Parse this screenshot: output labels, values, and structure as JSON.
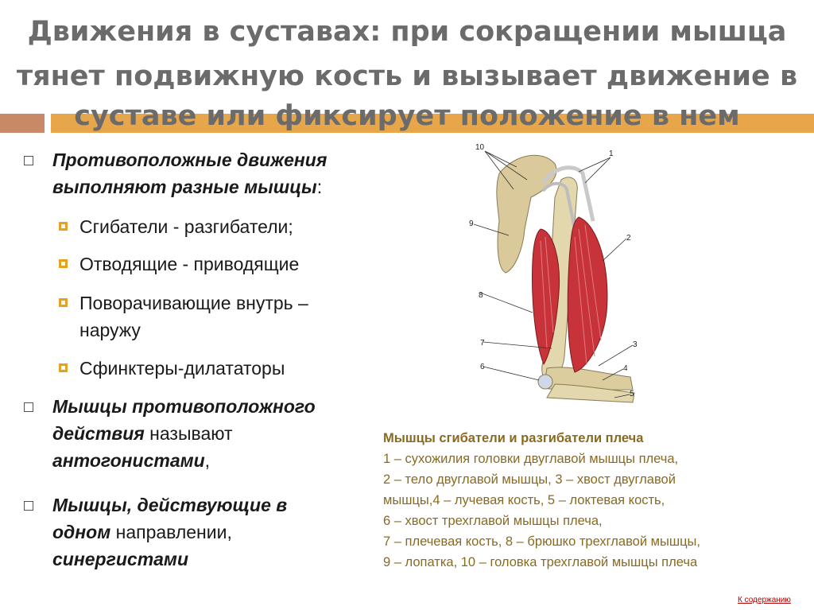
{
  "title": {
    "line1": "Движения в суставах: при сокращении мышца",
    "line2": "тянет подвижную кость и вызывает движение в",
    "line3": "суставе или фиксирует положение в нем"
  },
  "bullets": {
    "b1_bold": "Противоположные движения",
    "b1_bold2": "выполняют разные мышцы",
    "b1_tail": ":",
    "sub1": "Сгибатели - разгибатели;",
    "sub2": "Отводящие - приводящие",
    "sub3a": "Поворачивающие внутрь –",
    "sub3b": "наружу",
    "sub4": "Сфинктеры-дилататоры",
    "b2_bold": "Мышцы противоположного",
    "b2_bold2": "действия",
    "b2_plain": " называют",
    "b2_bold3": "антогонистами",
    "b2_tail": ",",
    "b3_bold": "Мышцы, действующие в",
    "b3_bold2": "одном",
    "b3_plain": " направлении,",
    "b3_bold3": "синергистами"
  },
  "caption": {
    "title": "Мышцы сгибатели и разгибатели плеча",
    "l1": "1 – сухожилия головки двуглавой мышцы плеча,",
    "l2": "2 – тело двуглавой мышцы, 3 – хвост двуглавой",
    "l3": "мышцы,4 – лучевая кость,  5 – локтевая кость,",
    "l4": "6 – хвост трехглавой мышцы плеча,",
    "l5": "7 – плечевая кость, 8 – брюшко трехглавой мышцы,",
    "l6": "9 – лопатка, 10 – головка трехглавой мышцы плеча"
  },
  "figure_labels": [
    "10",
    "1",
    "9",
    "2",
    "8",
    "7",
    "3",
    "6",
    "4",
    "5"
  ],
  "nav_link": "К содержанию",
  "colors": {
    "title": "#6b6b6b",
    "accent": "#e8a64a",
    "accent_left": "#c88967",
    "caption": "#8a6a20",
    "muscle": "#c8333a",
    "bone": "#d8c99a"
  }
}
